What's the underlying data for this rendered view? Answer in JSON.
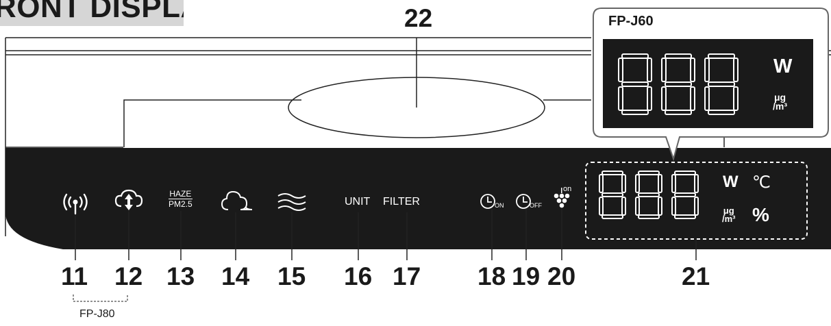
{
  "title": "RONT DISPLAY",
  "callouts": [
    "11",
    "12",
    "13",
    "14",
    "15",
    "16",
    "17",
    "18",
    "19",
    "20",
    "21",
    "22"
  ],
  "panel": {
    "unit_label": "UNIT",
    "filter_label": "FILTER",
    "haze_top": "HAZE",
    "haze_bottom": "PM2.5",
    "timer_on": "ON",
    "timer_off": "OFF",
    "ion_label": "on",
    "unit_w": "W",
    "unit_celsius": "℃",
    "unit_ug": "μg",
    "unit_m3": "/m³",
    "unit_percent": "%"
  },
  "inset": {
    "model": "FP-J60",
    "unit_w": "W",
    "unit_ug": "μg",
    "unit_m3": "/m³"
  },
  "model_note": "FP-J80",
  "icons": [
    "wifi-signal-icon",
    "cloud-upload-download-icon",
    "odor-cloud-icon",
    "airflow-waves-icon",
    "timer-on-icon",
    "timer-off-icon",
    "ion-grape-icon"
  ],
  "colors": {
    "panel": "#1a1a1a",
    "title_bg": "#d6d6d6",
    "text": "#1a1a1a"
  }
}
